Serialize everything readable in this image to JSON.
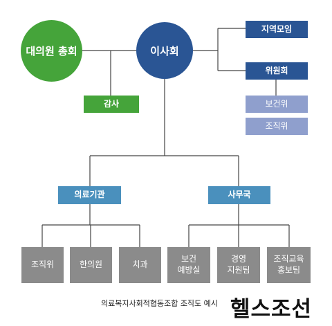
{
  "nodes": {
    "general_assembly": "대의원 총회",
    "board": "이사회",
    "audit": "감사",
    "regional_meeting": "지역모임",
    "committee": "위원회",
    "health_committee": "보건위",
    "organization_committee": "조직위",
    "medical_institutions": "의료기관",
    "secretariat": "사무국",
    "org_branch": "조직위",
    "korean_medicine": "한의원",
    "dental": "치과",
    "health_prevention_1": "보건",
    "health_prevention_2": "예방실",
    "management_support_1": "경영",
    "management_support_2": "지원팀",
    "edu_promo_1": "조직교육",
    "edu_promo_2": "홍보팀"
  },
  "caption": "의료복지사회적협동조합 조직도 예시",
  "brand": "헬스조선",
  "colors": {
    "green": "#45a43a",
    "navy": "#2a5594",
    "lavender": "#8f9fcd",
    "teal": "#4a90bd",
    "gray": "#8b8b8b",
    "line": "#444444"
  }
}
